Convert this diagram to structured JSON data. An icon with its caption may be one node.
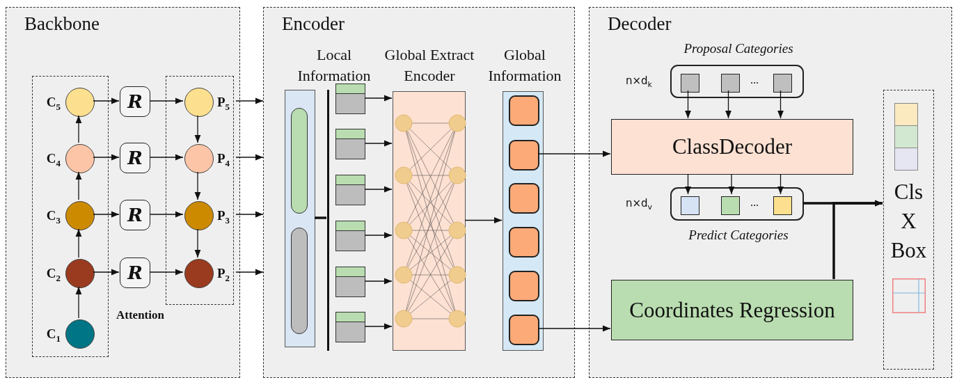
{
  "diagram": {
    "nodes": [
      {
        "text": [
          "Backbone"
        ]
      },
      {
        "text": [],
        "shape": "box",
        "in": 0
      },
      {
        "text": [],
        "shape": "box",
        "in": 0,
        "beside": [
          "Attention"
        ]
      },
      {
        "text": [
          "C$_{5}$"
        ],
        "in": 1
      },
      {
        "text": [
          "C$_{4}$"
        ],
        "in": 1
      },
      {
        "text": [
          "C$_{3}$"
        ],
        "in": 1
      },
      {
        "text": [
          "C$_{2}$"
        ],
        "in": 1
      },
      {
        "text": [
          "C$_{1}$"
        ],
        "in": 1
      },
      {
        "text": [
          "R"
        ],
        "in": 0
      },
      {
        "text": [
          "R"
        ],
        "in": 0
      },
      {
        "text": [
          "R"
        ],
        "in": 0
      },
      {
        "text": [
          "R"
        ],
        "in": 0
      },
      {
        "text": [
          "P$_{5}$"
        ],
        "in": 2
      },
      {
        "text": [
          "P$_{4}$"
        ],
        "in": 2
      },
      {
        "text": [
          "P$_{3}$"
        ],
        "in": 2
      },
      {
        "text": [
          "P$_{2}$"
        ],
        "in": 2
      },
      {
        "text": [
          "Encoder"
        ]
      },
      {
        "text": [
          "Local Information"
        ],
        "in": 16
      },
      {
        "text": [],
        "shape": "bar",
        "in": 16
      },
      {
        "text": [],
        "shape": "box",
        "in": 16
      },
      {
        "text": [],
        "shape": "box",
        "in": 16
      },
      {
        "text": [],
        "shape": "box",
        "in": 16
      },
      {
        "text": [],
        "shape": "box",
        "in": 16
      },
      {
        "text": [],
        "shape": "box",
        "in": 16
      },
      {
        "text": [],
        "shape": "box",
        "in": 16
      },
      {
        "text": [
          "Global Extract Encoder"
        ],
        "in": 16
      },
      {
        "text": [
          "Global Information"
        ],
        "in": 16
      },
      {
        "text": [],
        "shape": "box",
        "in": 26
      },
      {
        "text": [],
        "shape": "box",
        "in": 26
      },
      {
        "text": [],
        "shape": "box",
        "in": 26
      },
      {
        "text": [],
        "shape": "box",
        "in": 26
      },
      {
        "text": [],
        "shape": "box",
        "in": 26
      },
      {
        "text": [],
        "shape": "box",
        "in": 26
      },
      {
        "text": [
          "Decoder"
        ]
      },
      {
        "text": [
          "Proposal Categories"
        ],
        "in": 33,
        "beside": [
          "n×d$_{k}$"
        ]
      },
      {
        "text": [],
        "shape": "box",
        "in": 34
      },
      {
        "text": [],
        "shape": "box",
        "in": 34
      },
      {
        "text": [],
        "shape": "box",
        "in": 34
      },
      {
        "text": [
          "ClassDecoder"
        ],
        "in": 33
      },
      {
        "text": [
          "Predict Categories"
        ],
        "in": 33,
        "beside": [
          "n×d$_{v}$"
        ]
      },
      {
        "text": [],
        "shape": "box",
        "in": 39
      },
      {
        "text": [],
        "shape": "box",
        "in": 39
      },
      {
        "text": [],
        "shape": "box",
        "in": 39
      },
      {
        "text": [
          "Coordinates Regression"
        ],
        "in": 33
      },
      {
        "text": [
          "Cls",
          "X",
          "Box"
        ],
        "in": 33
      },
      {
        "text": [],
        "shape": "pill",
        "in": 17
      },
      {
        "text": [],
        "shape": "pill",
        "in": 17
      }
    ],
    "edges": [
      {
        "from": 7,
        "to": 6,
        "arrow": "to"
      },
      {
        "from": 6,
        "to": 5,
        "arrow": "to"
      },
      {
        "from": 5,
        "to": 4,
        "arrow": "to"
      },
      {
        "from": 4,
        "to": 3,
        "arrow": "to"
      },
      {
        "from": 3,
        "to": 8,
        "arrow": "to"
      },
      {
        "from": 4,
        "to": 9,
        "arrow": "to"
      },
      {
        "from": 5,
        "to": 10,
        "arrow": "to"
      },
      {
        "from": 6,
        "to": 11,
        "arrow": "to"
      },
      {
        "from": 8,
        "to": 12,
        "arrow": "to"
      },
      {
        "from": 9,
        "to": 13,
        "arrow": "to"
      },
      {
        "from": 10,
        "to": 14,
        "arrow": "to"
      },
      {
        "from": 11,
        "to": 15,
        "arrow": "to"
      },
      {
        "from": 12,
        "to": 13,
        "arrow": "to"
      },
      {
        "from": 13,
        "to": 14,
        "arrow": "to"
      },
      {
        "from": 14,
        "to": 15,
        "arrow": "to"
      },
      {
        "from": 12,
        "to": 16,
        "arrow": "to"
      },
      {
        "from": 13,
        "to": 16,
        "arrow": "to"
      },
      {
        "from": 14,
        "to": 16,
        "arrow": "to"
      },
      {
        "from": 15,
        "to": 16,
        "arrow": "to"
      },
      {
        "from": 17,
        "to": 18,
        "arrow": "none",
        "style": "thick"
      },
      {
        "from": 19,
        "to": 25,
        "arrow": "to"
      },
      {
        "from": 20,
        "to": 25,
        "arrow": "to"
      },
      {
        "from": 21,
        "to": 25,
        "arrow": "to"
      },
      {
        "from": 22,
        "to": 25,
        "arrow": "to"
      },
      {
        "from": 23,
        "to": 25,
        "arrow": "to"
      },
      {
        "from": 24,
        "to": 25,
        "arrow": "to"
      },
      {
        "from": 25,
        "to": 26,
        "arrow": "to"
      },
      {
        "from": 28,
        "to": 38,
        "arrow": "to"
      },
      {
        "from": 32,
        "to": 43,
        "arrow": "to"
      },
      {
        "from": 35,
        "to": 38,
        "arrow": "to"
      },
      {
        "from": 36,
        "to": 38,
        "arrow": "to"
      },
      {
        "from": 37,
        "to": 38,
        "arrow": "to"
      },
      {
        "from": 38,
        "to": 40,
        "arrow": "to"
      },
      {
        "from": 38,
        "to": 41,
        "arrow": "to"
      },
      {
        "from": 38,
        "to": 42,
        "arrow": "to"
      },
      {
        "from": 39,
        "to": 44,
        "arrow": "to",
        "style": "thick"
      },
      {
        "from": 43,
        "to": 44,
        "arrow": "to",
        "style": "thick"
      }
    ],
    "labels": [
      "...",
      "..."
    ]
  }
}
